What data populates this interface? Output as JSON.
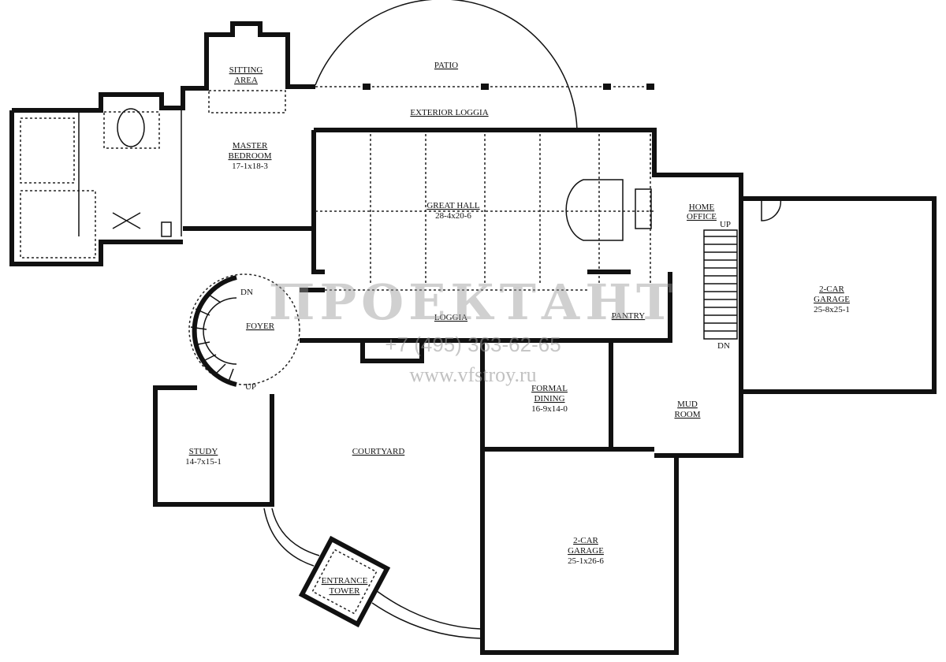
{
  "rooms": {
    "patio": {
      "name": "PATIO"
    },
    "exterior_loggia": {
      "name": "EXTERIOR LOGGIA"
    },
    "sitting_area": {
      "line1": "SITTING",
      "line2": "AREA"
    },
    "master_bedroom": {
      "line1": "MASTER",
      "line2": "BEDROOM",
      "size": "17-1x18-3"
    },
    "great_hall": {
      "name": "GREAT HALL",
      "size": "28-4x20-6"
    },
    "home_office": {
      "line1": "HOME",
      "line2": "OFFICE"
    },
    "garage_right": {
      "line1": "2-CAR",
      "line2": "GARAGE",
      "size": "25-8x25-1"
    },
    "foyer": {
      "name": "FOYER"
    },
    "loggia": {
      "name": "LOGGIA"
    },
    "pantry": {
      "name": "PANTRY"
    },
    "formal_dining": {
      "line1": "FORMAL",
      "line2": "DINING",
      "size": "16-9x14-0"
    },
    "mud_room": {
      "line1": "MUD",
      "line2": "ROOM"
    },
    "study": {
      "name": "STUDY",
      "size": "14-7x15-1"
    },
    "courtyard": {
      "name": "COURTYARD"
    },
    "garage_bottom": {
      "line1": "2-CAR",
      "line2": "GARAGE",
      "size": "25-1x26-6"
    },
    "entrance_tower": {
      "line1": "ENTRANCE",
      "line2": "TOWER"
    }
  },
  "stairs": {
    "foyer_dn": "DN",
    "foyer_up": "UP",
    "office_up": "UP",
    "office_dn": "DN"
  },
  "watermark": {
    "logo": "ПРОЕКТАНТ",
    "phone": "+7 (495) 363-62-65",
    "url": "www.vfstroy.ru"
  }
}
